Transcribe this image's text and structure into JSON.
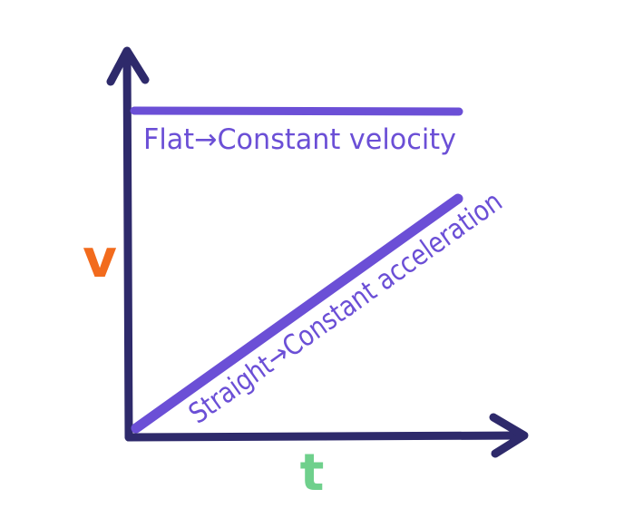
{
  "diagram": {
    "y_axis_label": "v",
    "x_axis_label": "t",
    "flat_annotation": "Flat→Constant velocity",
    "straight_annotation": "Straight→Constant acceleration"
  },
  "colors": {
    "axis": "#2e2a6b",
    "line": "#6b4fd6",
    "label_v": "#f26b1d",
    "label_t": "#6fd08c",
    "background": "#ffffff"
  }
}
